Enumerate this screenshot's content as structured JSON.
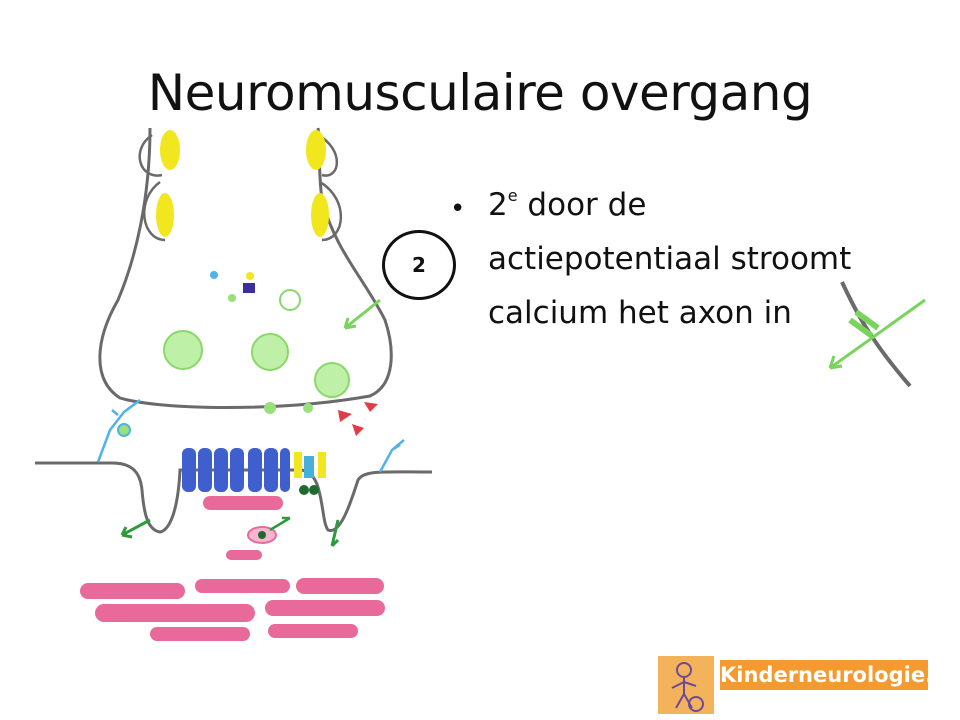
{
  "slide": {
    "title": "Neuromusculaire overgang",
    "bullet": {
      "prefix": "2",
      "superscript": "e",
      "line1_rest": " door de",
      "line2": "actiepotentiaal stroomt",
      "line3": "calcium het axon in"
    },
    "step_badge": "2"
  },
  "logo": {
    "text": "Kinderneurologie.eu",
    "icon": "child-figure-icon"
  },
  "colors": {
    "membrane": "#6a6a6a",
    "vesicle": "#99e07a",
    "calcium_channel": "#f2e61f",
    "receptor": "#3f5fcf",
    "muscle": "#e9699a",
    "arrow_green": "#2e9a3c",
    "logo_orange": "#f59a2e"
  }
}
